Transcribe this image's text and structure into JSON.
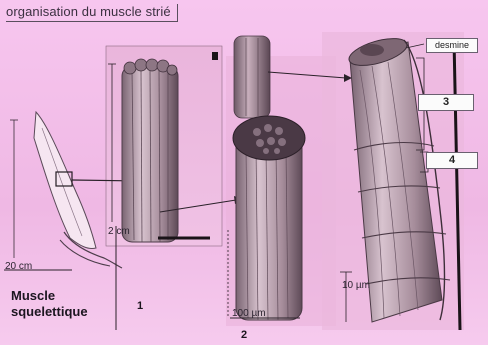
{
  "title": "organisation du muscle strié",
  "panels": [
    {
      "number": "1",
      "scale": "2 cm"
    },
    {
      "number": "2",
      "scale": "100 µm"
    },
    {
      "number": "",
      "scale": "10 µm"
    }
  ],
  "muscle_label_line1": "Muscle",
  "muscle_label_line2": "squelettique",
  "muscle_scale": "20 cm",
  "callouts": {
    "desmine": "desmine",
    "three": "3",
    "four": "4"
  },
  "colors": {
    "background": "#f2bfe8",
    "tissue": "#b79aa8",
    "tissue_dark": "#6f5a66",
    "tissue_light": "#d9c6d0"
  }
}
